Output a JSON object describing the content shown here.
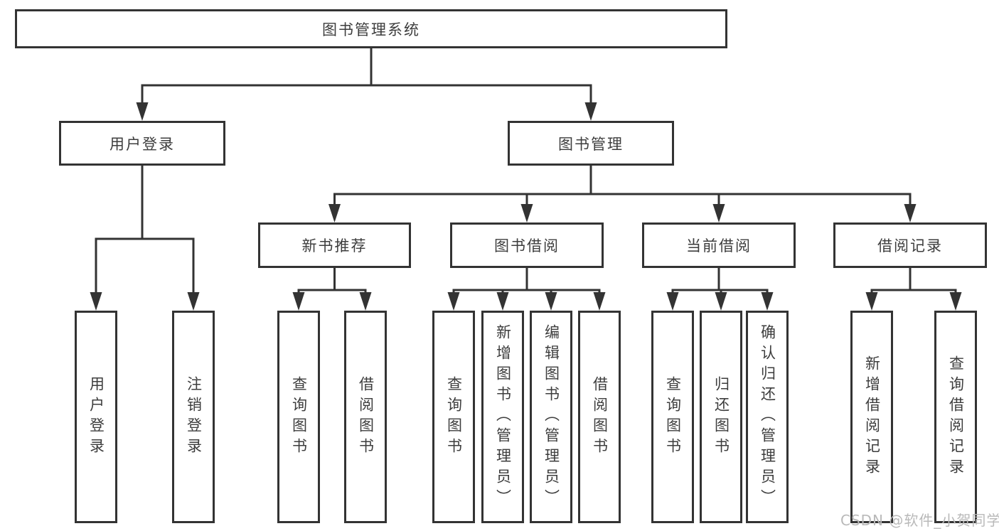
{
  "diagram": {
    "root": {
      "label": "图书管理系统"
    },
    "branches": [
      {
        "label": "用户登录",
        "children": [
          {
            "label": "用户登录"
          },
          {
            "label": "注销登录"
          }
        ]
      },
      {
        "label": "图书管理",
        "children": [
          {
            "label": "新书推荐",
            "children": [
              {
                "label": "查询图书"
              },
              {
                "label": "借阅图书"
              }
            ]
          },
          {
            "label": "图书借阅",
            "children": [
              {
                "label": "查询图书"
              },
              {
                "label": "新增图书（管理员）"
              },
              {
                "label": "编辑图书（管理员）"
              },
              {
                "label": "借阅图书"
              }
            ]
          },
          {
            "label": "当前借阅",
            "children": [
              {
                "label": "查询图书"
              },
              {
                "label": "归还图书"
              },
              {
                "label": "确认归还（管理员）"
              }
            ]
          },
          {
            "label": "借阅记录",
            "children": [
              {
                "label": "新增借阅记录"
              },
              {
                "label": "查询借阅记录"
              }
            ]
          }
        ]
      }
    ]
  },
  "watermark": "CSDN @软件_小贺同学",
  "colors": {
    "line": "#333333",
    "border": "#333333",
    "text": "#3d3d3d",
    "watermark": "#b9b9b9",
    "background": "#ffffff"
  }
}
